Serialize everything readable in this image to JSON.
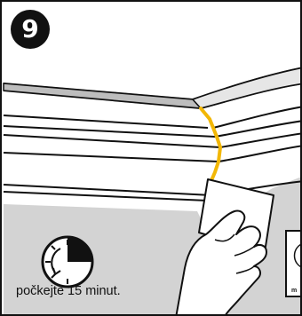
{
  "step": {
    "number": "9"
  },
  "caption": {
    "wait_text": "počkejte 15 minut."
  },
  "product_label": {
    "text": "m"
  },
  "icons": {
    "timer": "stopwatch-icon",
    "hand": "hand-icon",
    "cloth": "cloth-icon",
    "product": "product-tube-icon"
  },
  "timer_value": {
    "filled_fraction": 0.25
  },
  "colors": {
    "wall": "#d3d3d3",
    "outline": "#111111",
    "caulk": "#f2b705",
    "background": "#ffffff"
  }
}
